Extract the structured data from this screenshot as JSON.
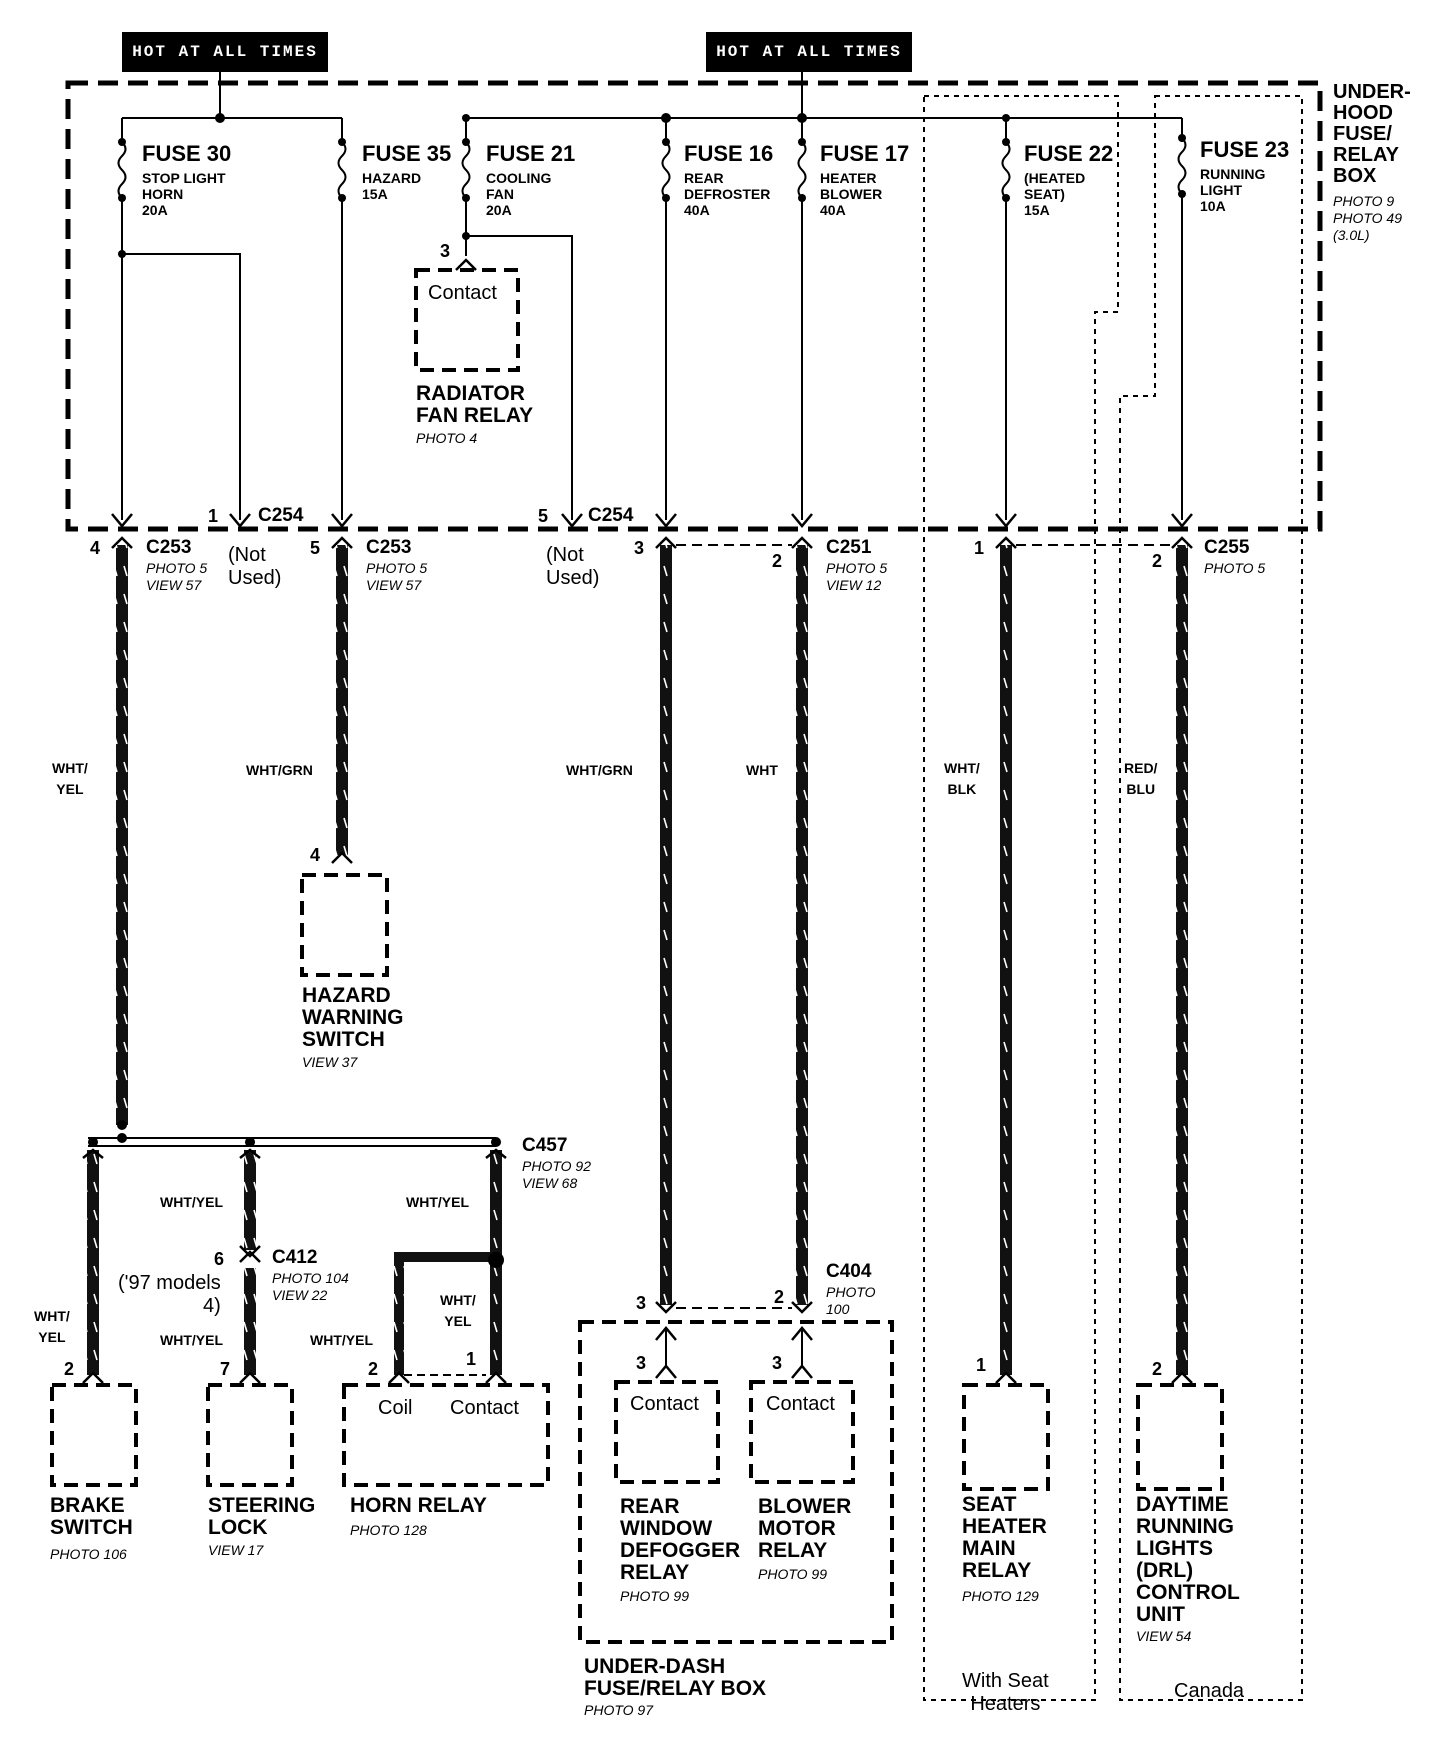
{
  "sources": [
    {
      "label": "HOT AT ALL TIMES"
    },
    {
      "label": "HOT AT ALL TIMES"
    }
  ],
  "underhood_box": {
    "title": "UNDER-\nHOOD\nFUSE/\nRELAY\nBOX",
    "refs": "PHOTO 9\nPHOTO 49\n(3.0L)"
  },
  "fuses": [
    {
      "id": "FUSE 30",
      "desc": "STOP LIGHT\nHORN\n20A"
    },
    {
      "id": "FUSE 35",
      "desc": "HAZARD\n15A"
    },
    {
      "id": "FUSE 21",
      "desc": "COOLING\nFAN\n20A"
    },
    {
      "id": "FUSE 16",
      "desc": "REAR\nDEFROSTER\n40A"
    },
    {
      "id": "FUSE 17",
      "desc": "HEATER\nBLOWER\n40A"
    },
    {
      "id": "FUSE 22",
      "desc": "(HEATED\nSEAT)\n15A"
    },
    {
      "id": "FUSE 23",
      "desc": "RUNNING\nLIGHT\n10A"
    }
  ],
  "radiator_relay": {
    "contact": "Contact",
    "pin": "3",
    "name": "RADIATOR\nFAN RELAY",
    "ref": "PHOTO 4"
  },
  "connectors": {
    "c254_left": {
      "pin": "1",
      "name": "C254",
      "note": "(Not\nUsed)"
    },
    "c254_right": {
      "pin": "5",
      "name": "C254",
      "note": "(Not\nUsed)"
    },
    "c253_a": {
      "pin": "4",
      "name": "C253",
      "ref": "PHOTO 5\nVIEW 57"
    },
    "c253_b": {
      "pin": "5",
      "name": "C253",
      "ref": "PHOTO 5\nVIEW 57"
    },
    "c251": {
      "pin_a": "3",
      "pin_b": "2",
      "name": "C251",
      "ref": "PHOTO 5\nVIEW 12"
    },
    "c255": {
      "pin_a": "1",
      "pin_b": "2",
      "name": "C255",
      "ref": "PHOTO 5"
    },
    "c457": {
      "name": "C457",
      "ref": "PHOTO 92\nVIEW 68"
    },
    "c412": {
      "pin_top": "6",
      "name": "C412",
      "ref": "PHOTO 104\nVIEW 22",
      "note": "('97 models\n4)",
      "pin_bottom": "7"
    },
    "c404": {
      "pin_a": "3",
      "pin_b": "2",
      "name": "C404",
      "ref": "PHOTO\n100"
    }
  },
  "wires": {
    "w1": "WHT/\nYEL",
    "w2": "WHT/GRN",
    "w3": "WHT/GRN",
    "w4": "WHT",
    "w5": "WHT/\nBLK",
    "w6": "RED/\nBLU",
    "w7": "WHT/YEL",
    "w8": "WHT/YEL",
    "w9": "WHT/\nYEL",
    "w10": "WHT/YEL",
    "w11": "WHT/YEL",
    "w12": "WHT/\nYEL"
  },
  "components": {
    "hazard": {
      "pin": "4",
      "name": "HAZARD\nWARNING\nSWITCH",
      "ref": "VIEW 37"
    },
    "brake": {
      "pin": "2",
      "name": "BRAKE\nSWITCH",
      "ref": "PHOTO 106"
    },
    "steering": {
      "name": "STEERING\nLOCK",
      "ref": "VIEW 17"
    },
    "horn": {
      "pin_a": "2",
      "pin_b": "1",
      "coil": "Coil",
      "contact": "Contact",
      "name": "HORN RELAY",
      "ref": "PHOTO 128"
    },
    "defogger": {
      "pin": "3",
      "contact": "Contact",
      "name": "REAR\nWINDOW\nDEFOGGER\nRELAY",
      "ref": "PHOTO 99"
    },
    "blower": {
      "pin": "3",
      "contact": "Contact",
      "name": "BLOWER\nMOTOR\nRELAY",
      "ref": "PHOTO 99"
    },
    "underdash": {
      "name": "UNDER-DASH\nFUSE/RELAY BOX",
      "ref": "PHOTO 97"
    },
    "seat": {
      "pin": "1",
      "name": "SEAT\nHEATER\nMAIN\nRELAY",
      "ref": "PHOTO 129"
    },
    "drl": {
      "pin": "2",
      "name": "DAYTIME\nRUNNING\nLIGHTS\n(DRL)\nCONTROL\nUNIT",
      "ref": "VIEW 54"
    }
  },
  "options": {
    "seat": "With Seat\nHeaters",
    "canada": "Canada"
  }
}
